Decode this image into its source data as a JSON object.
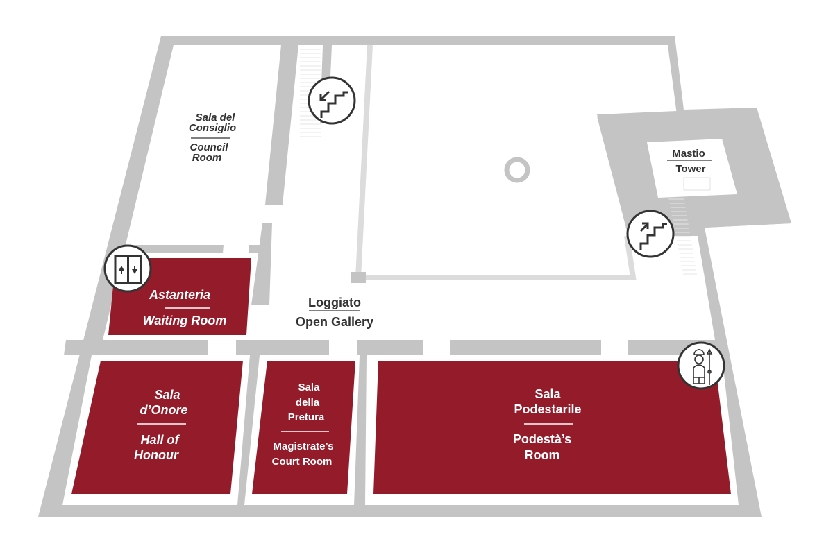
{
  "colors": {
    "wall": "#c4c4c4",
    "room_highlight": "#941c2a",
    "courtyard_line": "#dcdcdc",
    "text_dark": "#333333",
    "text_light": "#ffffff"
  },
  "rooms": {
    "council": {
      "it_1": "Sala del",
      "it_2": "Consiglio",
      "en_1": "Council",
      "en_2": "Room"
    },
    "waiting": {
      "it": "Astanteria",
      "en": "Waiting Room"
    },
    "loggia": {
      "it": "Loggiato",
      "en": "Open Gallery"
    },
    "tower": {
      "it": "Mastio",
      "en": "Tower"
    },
    "honour": {
      "it_1": "Sala",
      "it_2": "d’Onore",
      "en_1": "Hall of",
      "en_2": "Honour"
    },
    "pretura": {
      "it_1": "Sala",
      "it_2": "della",
      "it_3": "Pretura",
      "en_1": "Magistrate’s",
      "en_2": "Court Room"
    },
    "podestarile": {
      "it_1": "Sala",
      "it_2": "Podestarile",
      "en_1": "Podestà’s",
      "en_2": "Room"
    }
  },
  "icons": [
    "stairs-down-icon",
    "stairs-up-icon",
    "elevator-icon",
    "guard-icon"
  ]
}
